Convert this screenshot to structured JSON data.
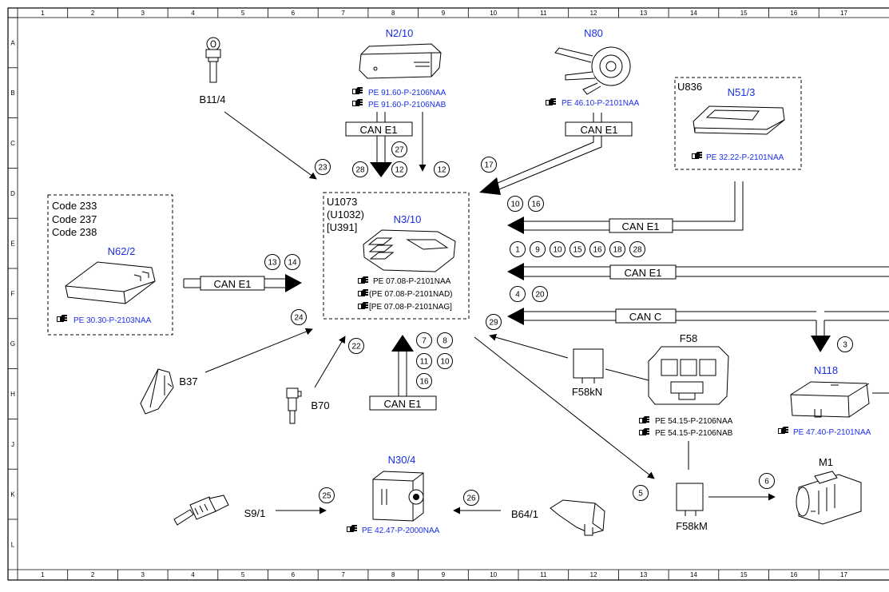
{
  "grid": {
    "columns": [
      "1",
      "2",
      "3",
      "4",
      "5",
      "6",
      "7",
      "8",
      "9",
      "10",
      "11",
      "12",
      "13",
      "14",
      "15",
      "16",
      "17"
    ],
    "rows": [
      "A",
      "B",
      "C",
      "D",
      "E",
      "F",
      "G",
      "H",
      "J",
      "K",
      "L"
    ]
  },
  "components": {
    "n2_10": {
      "id": "N2/10",
      "refs": [
        "PE 91.60-P-2106NAA",
        "PE 91.60-P-2106NAB"
      ]
    },
    "n80": {
      "id": "N80",
      "refs": [
        "PE 46.10-P-2101NAA"
      ]
    },
    "n51_3": {
      "id": "N51/3",
      "code": "U836",
      "refs": [
        "PE 32.22-P-2101NAA"
      ]
    },
    "n62_2": {
      "id": "N62/2",
      "codes": [
        "Code 233",
        "Code 237",
        "Code 238"
      ],
      "refs": [
        "PE 30.30-P-2103NAA"
      ]
    },
    "n3_10": {
      "id": "N3/10",
      "codes": [
        "U1073",
        "(U1032)",
        "[U391]"
      ],
      "refs": [
        "PE 07.08-P-2101NAA",
        "(PE 07.08-P-2101NAD)",
        "[PE 07.08-P-2101NAG]"
      ]
    },
    "n30_4": {
      "id": "N30/4",
      "refs": [
        "PE 42.47-P-2000NAA"
      ]
    },
    "f58": {
      "id": "F58",
      "refs": [
        "PE 54.15-P-2106NAA",
        "PE 54.15-P-2106NAB"
      ]
    },
    "n118": {
      "id": "N118",
      "refs": [
        "PE 47.40-P-2101NAA"
      ]
    },
    "m1": {
      "id": "M1"
    },
    "b11_4": {
      "id": "B11/4"
    },
    "b37": {
      "id": "B37"
    },
    "b70": {
      "id": "B70"
    },
    "s9_1": {
      "id": "S9/1"
    },
    "b64_1": {
      "id": "B64/1"
    },
    "f58kn": {
      "id": "F58kN"
    },
    "f58km": {
      "id": "F58kM"
    }
  },
  "buses": {
    "can_e1": "CAN E1",
    "can_c": "CAN C"
  },
  "signals": {
    "s23": "23",
    "s28": "28",
    "s27": "27",
    "s12a": "12",
    "s12b": "12",
    "s17": "17",
    "s10a": "10",
    "s16a": "16",
    "s1": "1",
    "s9": "9",
    "s10b": "10",
    "s15": "15",
    "s16b": "16",
    "s18": "18",
    "s28b": "28",
    "s4": "4",
    "s20": "20",
    "s29": "29",
    "s3": "3",
    "s13": "13",
    "s14": "14",
    "s24": "24",
    "s22": "22",
    "s7": "7",
    "s8": "8",
    "s11": "11",
    "s10c": "10",
    "s16c": "16",
    "s5": "5",
    "s6": "6",
    "s25": "25",
    "s26": "26"
  },
  "colors": {
    "component_id": "#1a2ee6",
    "reference": "#1a2ee6",
    "line": "#000000"
  },
  "icons": {
    "reference": "pointing-hand-icon"
  }
}
